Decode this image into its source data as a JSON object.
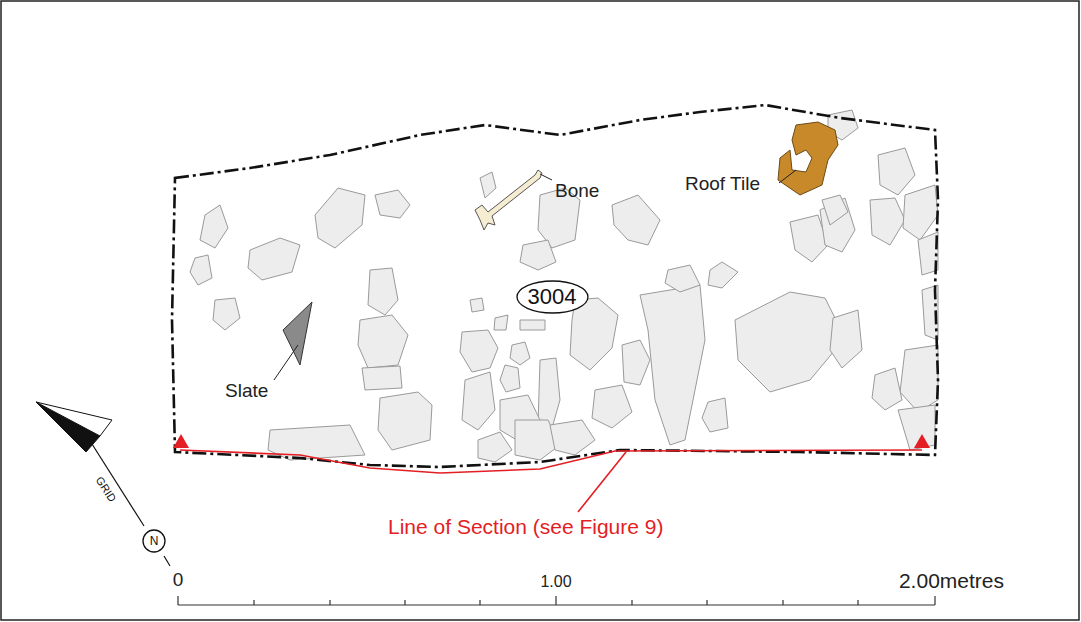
{
  "diagram": {
    "nodes": [
      {
        "text": [
          "3004"
        ]
      },
      {
        "text": [
          "N"
        ]
      }
    ],
    "labels": [
      "Bone",
      "Roof Tile",
      "Slate",
      "Line of Section (see Figure 9)",
      "GRID",
      "0",
      "1.00",
      "2.00metres"
    ]
  }
}
